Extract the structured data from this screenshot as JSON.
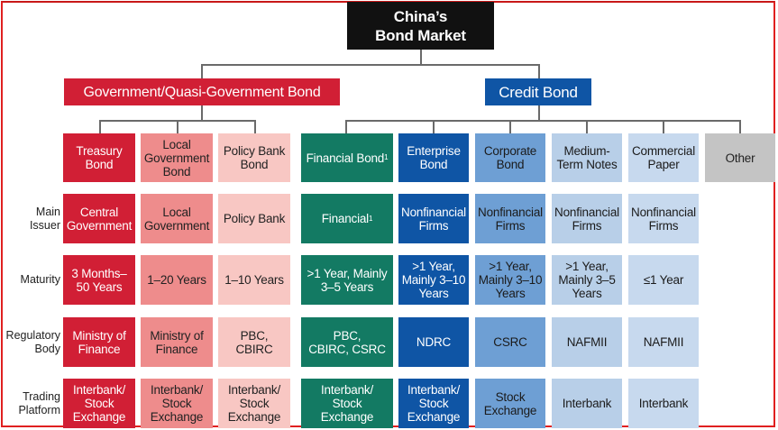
{
  "root": {
    "title": "China’s\nBond Market"
  },
  "groups": {
    "gov": "Government/Quasi-Government Bond",
    "credit": "Credit Bond"
  },
  "row_labels": {
    "issuer": "Main\nIssuer",
    "maturity": "Maturity",
    "regulatory": "Regulatory\nBody",
    "trading": "Trading\nPlatform"
  },
  "columns": [
    {
      "name": "Treasury\nBond",
      "issuer": "Central\nGovernment",
      "maturity": "3 Months–\n50 Years",
      "regulatory": "Ministry of\nFinance",
      "trading": "Interbank/\nStock\nExchange",
      "color": "#d11f35"
    },
    {
      "name": "Local\nGovernment\nBond",
      "issuer": "Local\nGovernment",
      "maturity": "1–20 Years",
      "regulatory": "Ministry of\nFinance",
      "trading": "Interbank/\nStock\nExchange",
      "color": "#ee8c8c"
    },
    {
      "name": "Policy Bank\nBond",
      "issuer": "Policy Bank",
      "maturity": "1–10 Years",
      "regulatory": "PBC,\nCBIRC",
      "trading": "Interbank/\nStock\nExchange",
      "color": "#f8c7c3"
    },
    {
      "name": "Financial Bond",
      "name_sup": "1",
      "issuer": "Financial",
      "issuer_sup": "1",
      "maturity": ">1 Year, Mainly\n3–5 Years",
      "regulatory": "PBC,\nCBIRC, CSRC",
      "trading": "Interbank/\nStock\nExchange",
      "color": "#137a63"
    },
    {
      "name": "Enterprise\nBond",
      "issuer": "Nonfinancial\nFirms",
      "maturity": ">1 Year,\nMainly 3–10\nYears",
      "regulatory": "NDRC",
      "trading": "Interbank/\nStock\nExchange",
      "color": "#0f55a5"
    },
    {
      "name": "Corporate\nBond",
      "issuer": "Nonfinancial\nFirms",
      "maturity": ">1 Year,\nMainly 3–10\nYears",
      "regulatory": "CSRC",
      "trading": "Stock\nExchange",
      "color": "#6e9fd4"
    },
    {
      "name": "Medium-\nTerm Notes",
      "issuer": "Nonfinancial\nFirms",
      "maturity": ">1 Year,\nMainly 3–5\nYears",
      "regulatory": "NAFMII",
      "trading": "Interbank",
      "color": "#b8cfe8"
    },
    {
      "name": "Commercial\nPaper",
      "issuer": "Nonfinancial\nFirms",
      "maturity": "≤1 Year",
      "regulatory": "NAFMII",
      "trading": "Interbank",
      "color": "#c7d9ee"
    },
    {
      "name": "Other",
      "color": "#c4c4c4"
    }
  ]
}
